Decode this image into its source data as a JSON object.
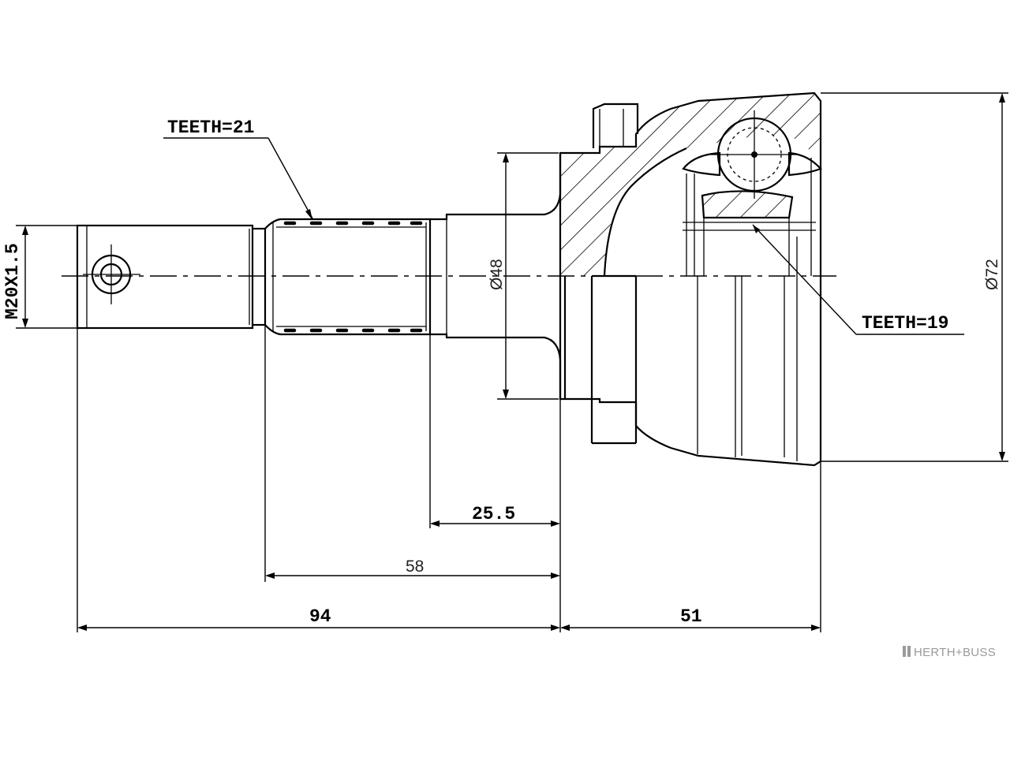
{
  "callouts": {
    "teeth_outer": "TEETH=21",
    "teeth_inner": "TEETH=19"
  },
  "dimensions": {
    "thread": "M20X1.5",
    "hub_diameter": "Ø48",
    "outer_diameter": "Ø72",
    "flange_to_shoulder": "25.5",
    "spline_length": "58",
    "shaft_length": "94",
    "joint_length": "51"
  },
  "brand": {
    "name": "HERTH+BUSS"
  },
  "colors": {
    "line": "#000000",
    "background": "#ffffff",
    "brand": "#9a9a9a"
  }
}
